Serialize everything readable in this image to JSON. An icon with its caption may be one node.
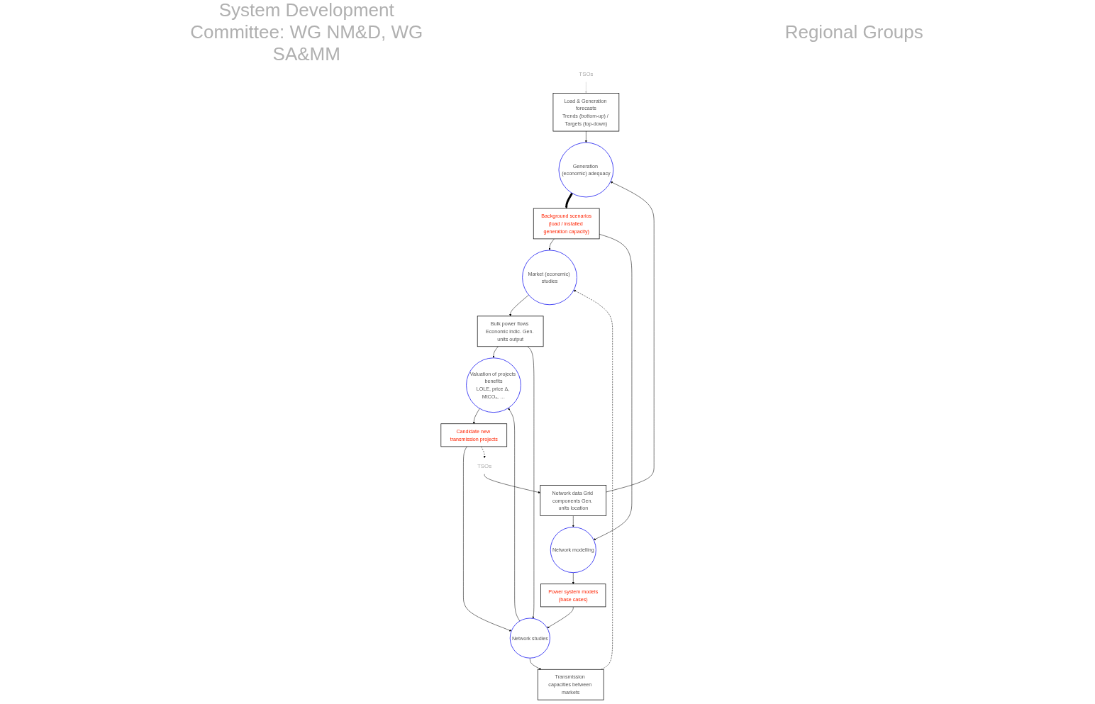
{
  "diagram": {
    "nodes": [
      {
        "text": [
          "Load & Generation forecasts",
          "Trends (bottom-up) / Targets (top-down)"
        ]
      },
      {
        "text": [
          "TSOs"
        ]
      },
      {
        "text": [
          "Market (economic) studies"
        ]
      },
      {
        "text": [
          "Bulk power flows Economic indic. Gen. units output"
        ]
      },
      {
        "text": [
          "Generation (economic) adequacy"
        ]
      },
      {
        "text": [
          "Background scenarios",
          "(load / installed generation capacity)"
        ]
      },
      {
        "text": [
          "Transmission capacities between markets"
        ]
      },
      {
        "text": [
          "Valuation of projects benefits",
          "LOLE, price Δ, MtCO₂, …"
        ]
      },
      {
        "text": [
          "Network data Grid components Gen. units location"
        ]
      },
      {
        "text": [
          "Network modelling"
        ]
      },
      {
        "text": [
          "Power system models",
          "(base cases)"
        ]
      },
      {
        "text": [
          "Network studies"
        ]
      },
      {
        "text": [
          "Candidate new transmission projects"
        ]
      },
      {
        "text": [
          "TSOs"
        ]
      }
    ],
    "edges": [
      {
        "from": 1,
        "to": 0,
        "arrow": "to",
        "color": "#c0c0c0"
      },
      {
        "from": 0,
        "to": 4,
        "arrow": "to"
      },
      {
        "from": 4,
        "to": 5,
        "arrow": "to",
        "style": "thick"
      },
      {
        "from": 5,
        "to": 2,
        "arrow": "to"
      },
      {
        "from": 2,
        "to": 3,
        "arrow": "to"
      },
      {
        "from": 3,
        "to": 7,
        "arrow": "to"
      },
      {
        "from": 3,
        "to": 11,
        "arrow": "to"
      },
      {
        "from": 6,
        "to": 2,
        "arrow": "to",
        "style": "dashed"
      },
      {
        "from": 11,
        "to": 6,
        "arrow": "to"
      },
      {
        "from": 8,
        "to": 4,
        "arrow": "to"
      },
      {
        "from": 8,
        "to": 9,
        "arrow": "to"
      },
      {
        "from": 5,
        "to": 9,
        "arrow": "to"
      },
      {
        "from": 9,
        "to": 10,
        "arrow": "to"
      },
      {
        "from": 10,
        "to": 11,
        "arrow": "to"
      },
      {
        "from": 11,
        "to": 7,
        "arrow": "to"
      },
      {
        "from": 7,
        "to": 12,
        "arrow": "to"
      },
      {
        "from": 12,
        "to": 11,
        "arrow": "to"
      },
      {
        "from": 12,
        "to": 13,
        "arrow": "to",
        "style": "dashed"
      },
      {
        "from": 13,
        "to": 8,
        "arrow": "to"
      }
    ],
    "labels": [
      "System Development Committee: WG NM&D, WG SA&MM",
      "Regional Groups"
    ]
  }
}
